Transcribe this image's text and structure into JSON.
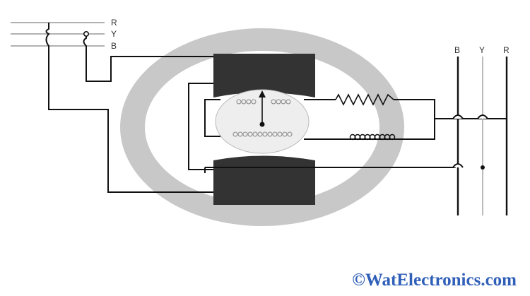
{
  "labels": {
    "left_lines": [
      "R",
      "Y",
      "B"
    ],
    "right_lines": [
      "B",
      "Y",
      "R"
    ]
  },
  "watermark": "©WatElectronics.com",
  "colors": {
    "ring": "#c8c8c8",
    "rotor": "#eeeeee",
    "pole": "#333333",
    "wire": "#111111",
    "watermark": "#2f5fb8"
  }
}
